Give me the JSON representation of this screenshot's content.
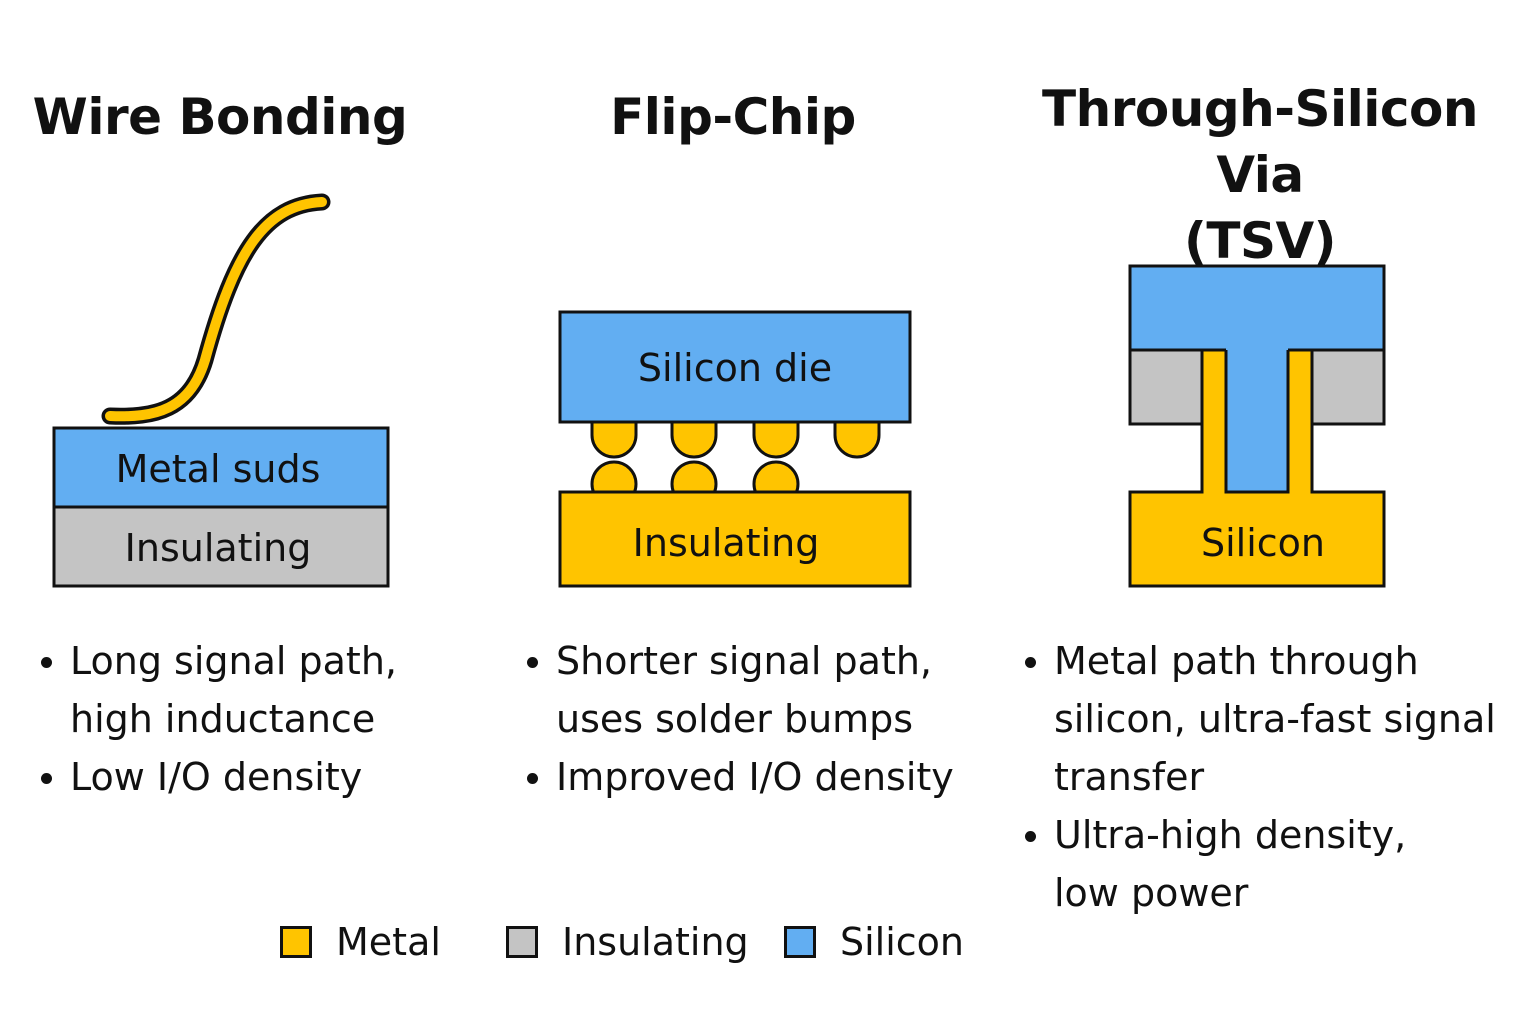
{
  "colors": {
    "metal": "#FFC400",
    "insulating": "#C4C4C4",
    "silicon": "#62AEF2",
    "outline": "#111111"
  },
  "wire_bonding": {
    "title": "Wire Bonding",
    "metal_layer_label": "Metal suds",
    "insulating_layer_label": "Insulating",
    "bullets": [
      "Long signal path, high inductance",
      "Low I/O density"
    ],
    "bullet_lines": [
      [
        "Long signal path,",
        "high inductance"
      ],
      [
        "Low I/O density"
      ]
    ]
  },
  "flip_chip": {
    "title": "Flip-Chip",
    "die_label": "Silicon die",
    "substrate_label": "Insulating",
    "bullet_lines": [
      [
        "Shorter signal path,",
        "uses solder bumps"
      ],
      [
        "Improved I/O density"
      ]
    ]
  },
  "tsv": {
    "title_line1": "Through-Silicon Via",
    "title_line2": "(TSV)",
    "base_label": "Silicon",
    "bullet_lines": [
      [
        "Metal path through",
        "silicon, ultra-fast signal",
        "transfer"
      ],
      [
        "Ultra-high density,",
        "low power"
      ]
    ]
  },
  "legend": {
    "metal": "Metal",
    "insulating": "Insulating",
    "silicon": "Silicon"
  }
}
